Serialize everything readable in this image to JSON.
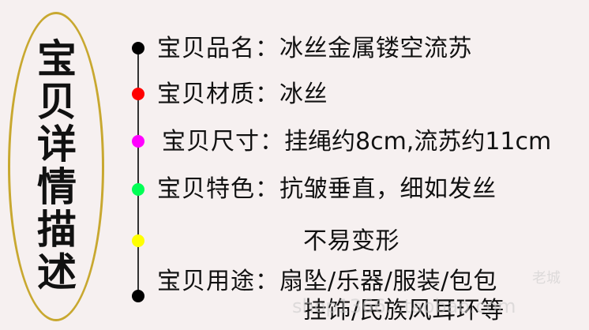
{
  "title_vertical": "宝\n贝\n详\n情\n描\n述",
  "rows": [
    {
      "label": "宝贝品名：",
      "value": "冰丝金属镂空流苏",
      "dot_color": "#000000"
    },
    {
      "label": "宝贝材质：",
      "value": "冰丝",
      "dot_color": "#ff0000"
    },
    {
      "label": "宝贝尺寸：",
      "value": "挂绳约8cm,流苏约11cm",
      "dot_color": "#ff00ff"
    },
    {
      "label": "宝贝特色：",
      "value": "抗皱垂直，细如发丝",
      "dot_color": "#00ff55"
    },
    {
      "label": "",
      "value": "不易变形",
      "dot_color": "#ffff00"
    },
    {
      "label": "宝贝用途：",
      "value": "扇坠/乐器/服装/包包",
      "dot_color": "#000000"
    }
  ],
  "continuation": "挂饰/民族风耳环等",
  "watermark": "shop1366...taobao.com",
  "watermark_cn": "老城"
}
